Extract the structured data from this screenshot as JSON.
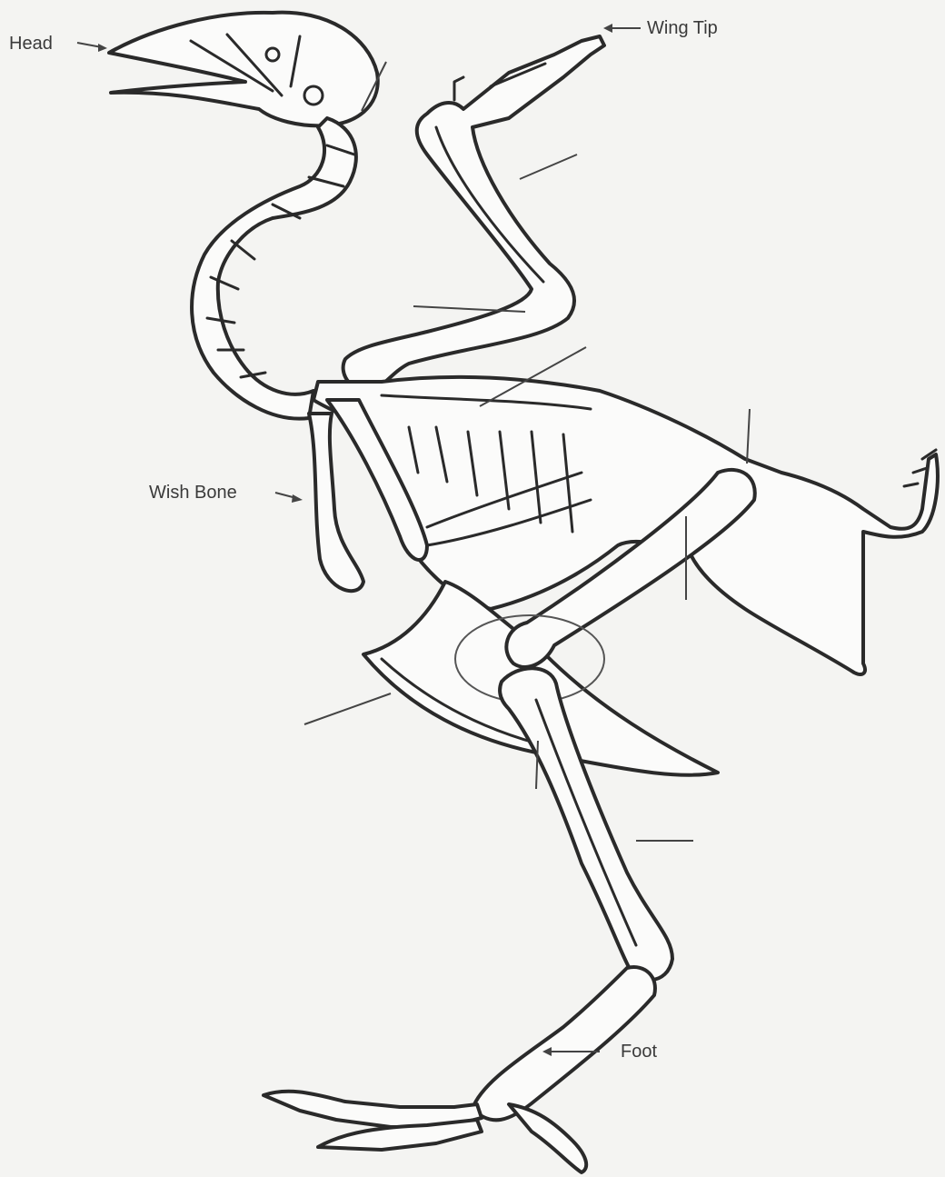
{
  "labels": {
    "head": "Head",
    "wing_tip": "Wing Tip",
    "wish_bone": "Wish Bone",
    "foot": "Foot"
  },
  "colors": {
    "background": "#f4f4f2",
    "line": "#2a2a2a",
    "label_text": "#3a3a3a"
  }
}
